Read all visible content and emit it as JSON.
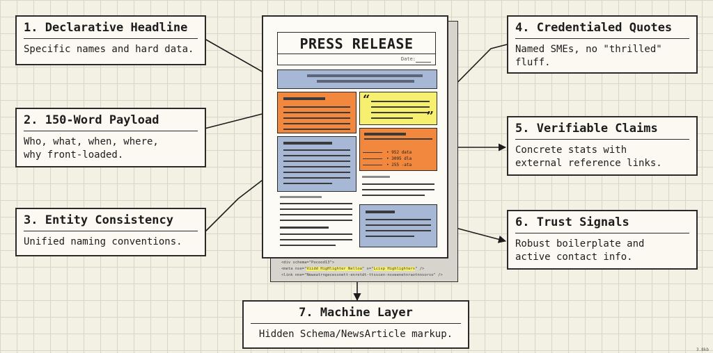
{
  "document": {
    "title": "PRESS RELEASE",
    "date_label": "Date:",
    "quote_open": "“",
    "quote_close": "”",
    "stats": [
      {
        "bullet": "•",
        "value": "• 952 data"
      },
      {
        "bullet": "•",
        "value": "• 3095 dla"
      },
      {
        "bullet": "•",
        "value": "• 255 -ata"
      }
    ],
    "code_lines": [
      {
        "before": "<div schema=\"Pocood13\">",
        "highlight": "",
        "mid": "",
        "highlight2": "",
        "after": ""
      },
      {
        "before": "  <meta nse=\"",
        "highlight": "Viidd HigHlighter Nelloa",
        "mid": "\" x=\"",
        "highlight2": "Lcisp Highlighters",
        "after": "\" />"
      },
      {
        "before": "  <link nne=\"",
        "highlight": "",
        "mid": "",
        "highlight2": "",
        "after": "Neweatrngecessnett-enretdt-ttsscen-nsoeenetnraotnnsorso\" />"
      }
    ]
  },
  "callouts": [
    {
      "id": "1",
      "title": "1. Declarative Headline",
      "description": "Specific names and hard data."
    },
    {
      "id": "2",
      "title": "2. 150-Word Payload",
      "description": "Who, what, when, where,\nwhy front-loaded."
    },
    {
      "id": "3",
      "title": "3. Entity Consistency",
      "description": "Unified naming conventions."
    },
    {
      "id": "4",
      "title": "4. Credentialed Quotes",
      "description": "Named SMEs, no \"thrilled\"\nfluff."
    },
    {
      "id": "5",
      "title": "5. Verifiable Claims",
      "description": "Concrete stats with\nexternal reference links."
    },
    {
      "id": "6",
      "title": "6. Trust Signals",
      "description": "Robust boilerplate and\nactive contact info."
    },
    {
      "id": "7",
      "title": "7. Machine Layer",
      "description": "Hidden Schema/NewsArticle markup."
    }
  ],
  "corner_note": "3.8kb",
  "colors": {
    "blue": "#a6b8d6",
    "orange": "#f2883d",
    "yellow": "#f6f06e",
    "ink": "#2a2a2a",
    "paper": "#f3f0e4"
  }
}
